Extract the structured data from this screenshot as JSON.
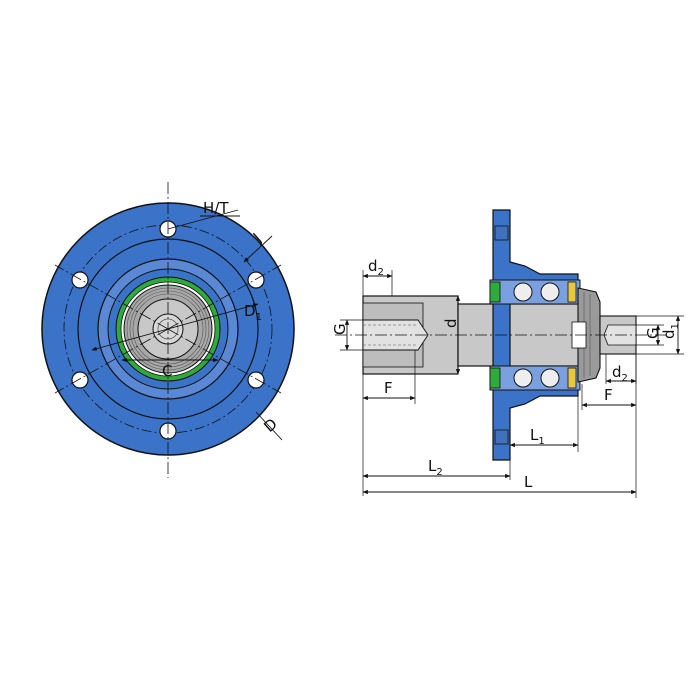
{
  "colors": {
    "hub_blue": "#3b73c9",
    "hub_blue_light": "#6f9ae0",
    "outline": "#111111",
    "shaft_gray": "#c8c8c8",
    "shaft_gray_dark": "#9a9a9a",
    "seal_green": "#2faa3c",
    "ball_white": "#eeeeee",
    "seal_yellow": "#e8c840"
  },
  "labels": {
    "ht": "H/T",
    "j": "J",
    "d1_main": "D",
    "d1_sub": "1",
    "d_outer": "D",
    "c": "C",
    "d2_left_main": "d",
    "d2_left_sub": "2",
    "g_left": "G",
    "d_center": "d",
    "f_left": "F",
    "l1_main": "L",
    "l1_sub": "1",
    "l2_main": "L",
    "l2_sub": "2",
    "l": "L",
    "g_right": "G",
    "d1r_main": "d",
    "d1r_sub": "1",
    "d2_right_main": "d",
    "d2_right_sub": "2",
    "f_right": "F"
  }
}
